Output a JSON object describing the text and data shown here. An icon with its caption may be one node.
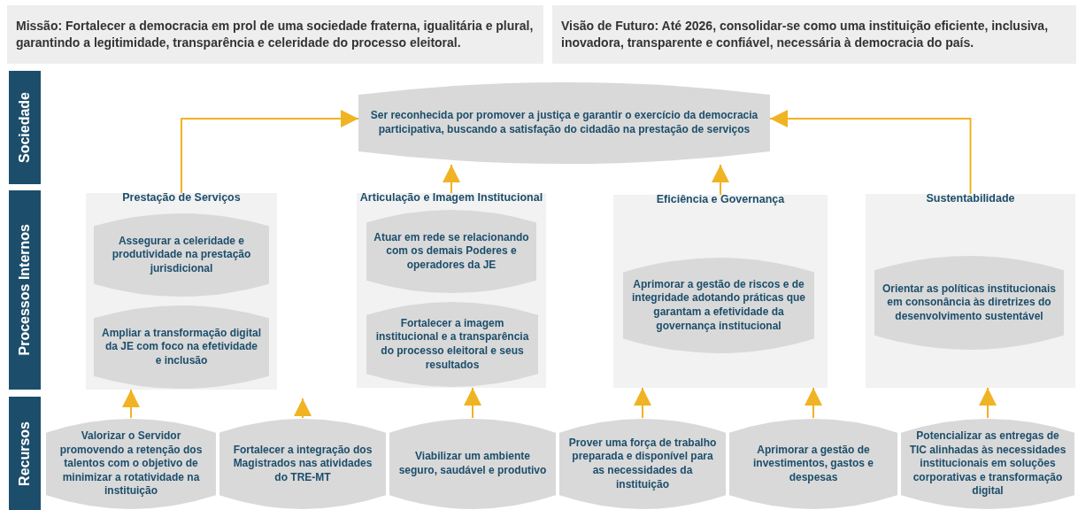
{
  "diagram": {
    "nodes": [
      {
        "text": [
          "Missão: Fortalecer a democracia em prol de uma sociedade fraterna, igualitária e plural, garantindo a legitimidade, transparência e celeridade do processo eleitoral."
        ]
      },
      {
        "text": [
          "Visão de Futuro: Até 2026, consolidar-se como uma instituição eficiente, inclusiva, inovadora, transparente e confiável, necessária à democracia do país."
        ]
      },
      {
        "text": [
          "Sociedade"
        ]
      },
      {
        "text": [
          "Processos Internos"
        ]
      },
      {
        "text": [
          "Recursos"
        ]
      },
      {
        "text": [
          "Ser reconhecida por promover a justiça e garantir o exercício da democracia participativa, buscando a satisfação do cidadão na prestação de serviços"
        ]
      },
      {
        "text": [
          "Prestação de Serviços"
        ]
      },
      {
        "text": [
          "Assegurar a celeridade e produtividade na prestação jurisdicional"
        ],
        "in": 6
      },
      {
        "text": [
          "Ampliar a transformação digital da JE com foco na efetividade e inclusão"
        ],
        "in": 6
      },
      {
        "text": [
          "Articulação e Imagem Institucional"
        ]
      },
      {
        "text": [
          "Atuar em rede se relacionando com os demais Poderes e operadores da JE"
        ],
        "in": 9
      },
      {
        "text": [
          "Fortalecer a imagem institucional e a transparência do processo eleitoral e seus resultados"
        ],
        "in": 9
      },
      {
        "text": [
          "Eficiência e Governança"
        ]
      },
      {
        "text": [
          "Aprimorar a gestão de riscos e de integridade adotando práticas que garantam a efetividade da governança institucional"
        ],
        "in": 12
      },
      {
        "text": [
          "Sustentabilidade"
        ]
      },
      {
        "text": [
          "Orientar as políticas institucionais em consonância às diretrizes do desenvolvimento sustentável"
        ],
        "in": 14
      },
      {
        "text": [
          "Valorizar o Servidor promovendo a retenção dos talentos com o objetivo de minimizar a rotatividade na instituição"
        ]
      },
      {
        "text": [
          "Fortalecer a integração dos Magistrados nas atividades do TRE-MT"
        ]
      },
      {
        "text": [
          "Viabilizar um ambiente seguro, saudável e produtivo"
        ]
      },
      {
        "text": [
          "Prover uma força de trabalho preparada e disponível para as necessidades da instituição"
        ]
      },
      {
        "text": [
          "Aprimorar a gestão de investimentos, gastos e despesas"
        ]
      },
      {
        "text": [
          "Potencializar as entregas de TIC alinhadas às necessidades institucionais em soluções corporativas e transformação digital"
        ]
      }
    ],
    "edges": [
      {
        "from": 6,
        "to": 5,
        "arrow": "to"
      },
      {
        "from": 9,
        "to": 5,
        "arrow": "to"
      },
      {
        "from": 12,
        "to": 5,
        "arrow": "to"
      },
      {
        "from": 14,
        "to": 5,
        "arrow": "to"
      },
      {
        "from": 16,
        "to": 6,
        "arrow": "to"
      },
      {
        "from": 17,
        "to": null,
        "arrow": "to"
      },
      {
        "from": 18,
        "to": 9,
        "arrow": "to"
      },
      {
        "from": 19,
        "to": 12,
        "arrow": "to"
      },
      {
        "from": 20,
        "to": 12,
        "arrow": "to"
      },
      {
        "from": 21,
        "to": 14,
        "arrow": "to"
      }
    ]
  }
}
